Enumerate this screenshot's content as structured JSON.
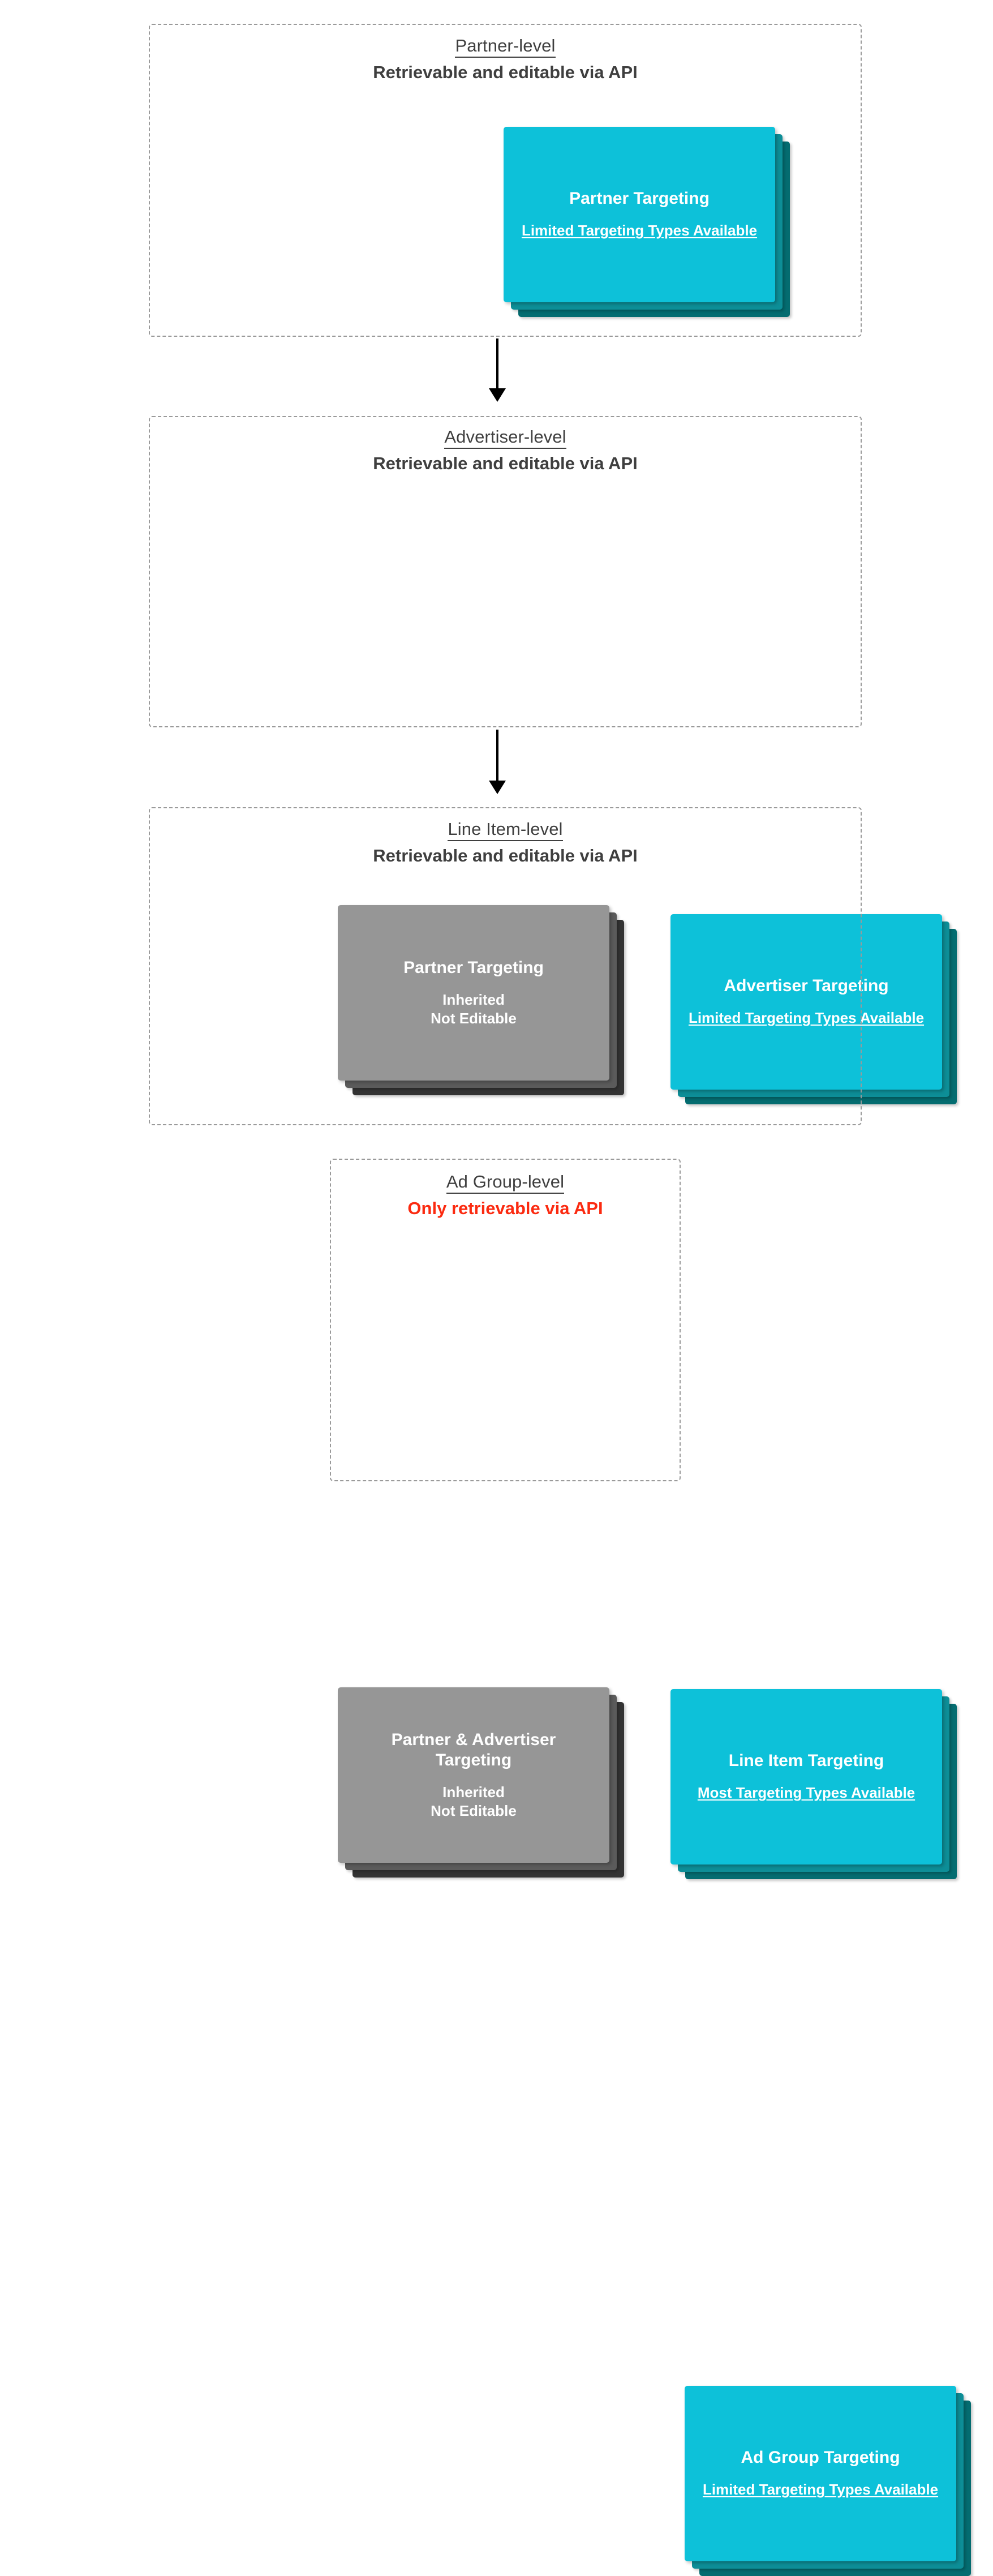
{
  "diagram": {
    "colors": {
      "card_front_cyan": "#0dc1d9",
      "card_mid_cyan": "#0d8e97",
      "card_back_cyan": "#046c70",
      "card_front_gray": "#969696",
      "card_mid_gray": "#5b5b5b",
      "card_back_gray": "#333333",
      "heading_text": "#3f3f3f",
      "warning_text": "#fb2a10",
      "container_border": "#9a9a9a",
      "background": "#ffffff"
    },
    "levels": [
      {
        "id": "partner",
        "title": "Partner-level",
        "subtitle": "Retrievable and editable via API",
        "subtitle_is_warning": false,
        "cards": [
          {
            "id": "partner-targeting",
            "title": "Partner Targeting",
            "note": "Limited Targeting Types Available",
            "note_underlined": true,
            "palette": "cyan"
          }
        ]
      },
      {
        "id": "advertiser",
        "title": "Advertiser-level",
        "subtitle": "Retrievable and editable via API",
        "subtitle_is_warning": false,
        "cards": [
          {
            "id": "inherited-partner-targeting",
            "title": "Partner Targeting",
            "note": "Inherited\nNot Editable",
            "note_underlined": false,
            "palette": "gray"
          },
          {
            "id": "advertiser-targeting",
            "title": "Advertiser Targeting",
            "note": "Limited Targeting Types Available",
            "note_underlined": true,
            "palette": "cyan"
          }
        ]
      },
      {
        "id": "line-item",
        "title": "Line Item-level",
        "subtitle": "Retrievable and editable via API",
        "subtitle_is_warning": false,
        "cards": [
          {
            "id": "inherited-partner-advertiser-targeting",
            "title": "Partner & Advertiser Targeting",
            "note": "Inherited\nNot Editable",
            "note_underlined": false,
            "palette": "gray"
          },
          {
            "id": "line-item-targeting",
            "title": "Line Item Targeting",
            "note": "Most Targeting Types Available",
            "note_underlined": true,
            "palette": "cyan"
          }
        ]
      },
      {
        "id": "ad-group",
        "title": "Ad Group-level",
        "subtitle": "Only retrievable via API",
        "subtitle_is_warning": true,
        "cards": [
          {
            "id": "ad-group-targeting",
            "title": "Ad Group Targeting",
            "note": "Limited Targeting Types Available",
            "note_underlined": true,
            "palette": "cyan"
          }
        ]
      }
    ],
    "connectors": [
      {
        "id": "partner-to-advertiser",
        "from": "partner",
        "to": "advertiser",
        "direction": "down"
      },
      {
        "id": "advertiser-to-line-item",
        "from": "advertiser",
        "to": "line-item",
        "direction": "down"
      }
    ]
  }
}
